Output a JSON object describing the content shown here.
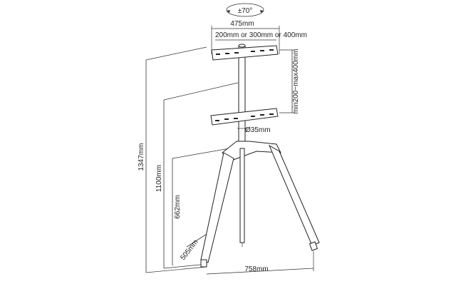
{
  "diagram": {
    "labels": {
      "tilt": "±70°",
      "width_475": "475mm",
      "vesa": "200mm or 300mm or 400mm",
      "height_range": "min200~max400mm",
      "pole_diameter": "Ø35mm",
      "height_1347": "1347mm",
      "height_1100": "1100mm",
      "height_662": "662mm",
      "depth_505": "505mm",
      "width_758": "758mm"
    }
  }
}
